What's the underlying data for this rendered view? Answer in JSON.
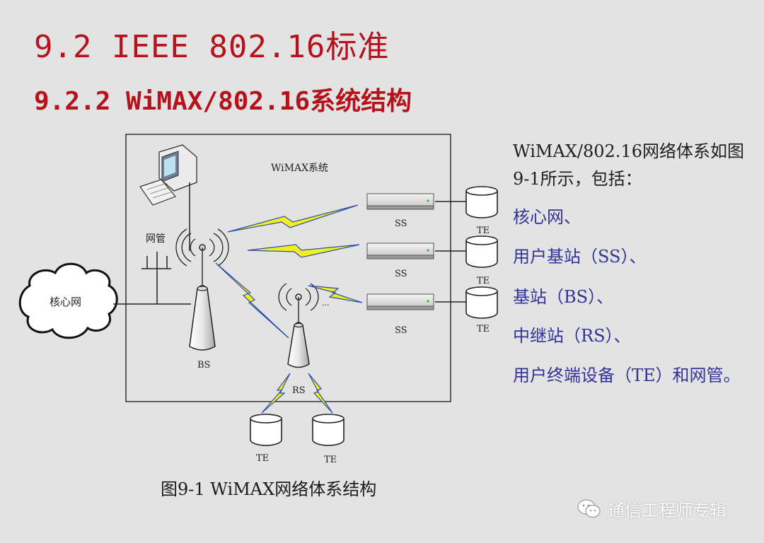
{
  "header": {
    "title": "9.2 IEEE 802.16标准",
    "subtitle": "9.2.2 WiMAX/802.16系统结构"
  },
  "diagram": {
    "system_label": "WiMAX系统",
    "core_network": "核心网",
    "network_mgmt": "网管",
    "bs_label": "BS",
    "rs_label": "RS",
    "ss_labels": [
      "SS",
      "SS",
      "SS"
    ],
    "te_labels": [
      "TE",
      "TE",
      "TE",
      "TE",
      "TE"
    ],
    "ellipsis": "...",
    "caption": "图9-1 WiMAX网络体系结构"
  },
  "description": {
    "intro": "WiMAX/802.16网络体系如图9-1所示，包括：",
    "items": [
      "核心网、",
      "用户基站（SS）、",
      "基站（BS）、",
      "中继站（RS）、",
      "用户终端设备（TE）和网管。"
    ]
  },
  "watermark": {
    "text": "通信工程师专辑",
    "icon": "wechat-icon"
  },
  "colors": {
    "title": "#b5121b",
    "items": "#33339a",
    "lightning": "#f2ee1f",
    "link": "#2a4fa8",
    "background": "#e3e3e3"
  }
}
